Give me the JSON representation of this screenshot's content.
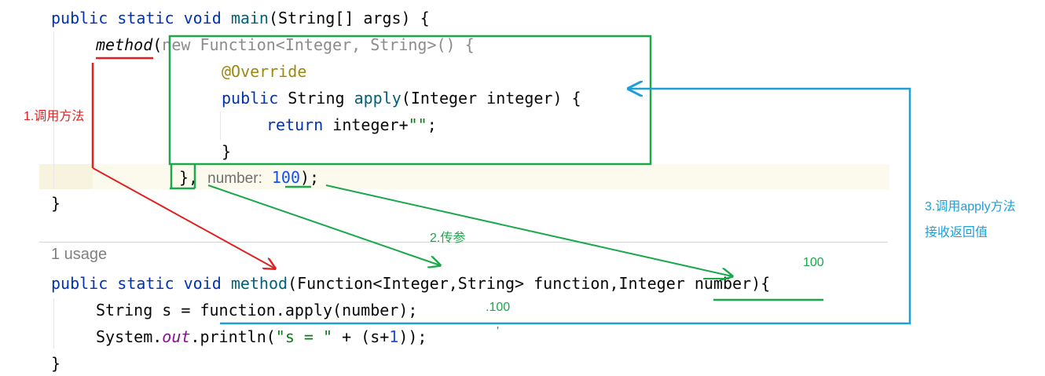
{
  "code": {
    "main_sig": {
      "kw1": "public",
      "kw2": "static",
      "kw3": "void",
      "name": "main",
      "rest": "(String[] args) {"
    },
    "method_call": {
      "name": "method",
      "paren": "(",
      "new_kw": "new",
      "new_rest": " Function<Integer, String>() {"
    },
    "override": "@Override",
    "apply_sig": {
      "kw": "public",
      "type": " String ",
      "name": "apply",
      "rest": "(Integer integer) {"
    },
    "return_line": {
      "kw": "return",
      "rest": " integer+",
      "str": "\"\"",
      "end": ";"
    },
    "close_brace": "}",
    "call_end": {
      "brace": "}",
      "comma": ", ",
      "hint": "number:",
      "num": "100",
      "end": ");"
    },
    "main_close": "}",
    "usage_text": "1 usage",
    "method_sig": {
      "kw1": "public",
      "kw2": "static",
      "kw3": "void",
      "name": "method",
      "rest": "(Function<Integer,String> function,Integer number){"
    },
    "string_line": {
      "type": "String s = function.apply(number);"
    },
    "println_line": {
      "a": "System.",
      "field": "out",
      "b": ".println(",
      "str": "\"s = \"",
      "c": " + (s+",
      "num": "1",
      "d": "));"
    },
    "method_close": "}"
  },
  "annotations": {
    "step1": "1.调用方法",
    "step2": "2.传参",
    "step3_line1": "3.调用apply方法",
    "step3_line2": "接收返回值",
    "val_100_top": "100",
    "val_100_mid": ".100",
    "tick": "'"
  },
  "colors": {
    "red": "#e02020",
    "green": "#1aa84a",
    "blue": "#1e9fd8"
  }
}
